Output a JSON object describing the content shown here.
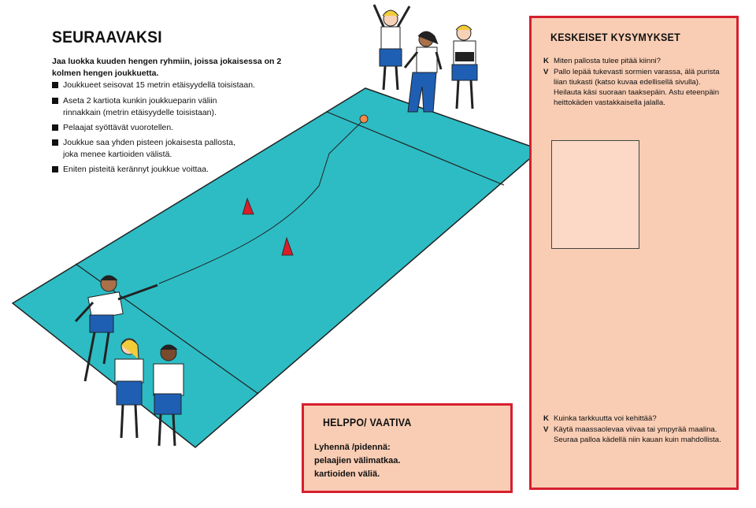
{
  "left": {
    "title": "SEURAAVAKSI",
    "intro": "Jaa luokka kuuden hengen ryhmiin, joissa jokaisessa on 2 kolmen hengen joukkuetta.",
    "bullets": [
      "Joukkueet seisovat 15 metrin etäisyydellä toisistaan.",
      "Aseta 2 kartiota kunkin joukkueparin väliin rinnakkain (metrin etäisyydelle toisistaan).",
      "Pelaajat syöttävät vuorotellen.",
      "Joukkue saa yhden pisteen jokaisesta pallosta, joka menee kartioiden välistä.",
      "Eniten pisteitä kerännyt joukkue voittaa."
    ]
  },
  "questions": {
    "title": "KESKEISET KYSYMYKSET",
    "block1": [
      {
        "key": "K",
        "text": "Miten pallosta tulee pitää kiinni?"
      },
      {
        "key": "V",
        "text": "Pallo lepää tukevasti sormien varassa, älä purista liian tiukasti (katso kuvaa edellisellä sivulla). Heilauta käsi suoraan taaksepäin. Astu eteenpäin heittokäden vastakkaisella jalalla."
      }
    ],
    "block2": [
      {
        "key": "K",
        "text": "Kuinka tarkkuutta voi kehittää?"
      },
      {
        "key": "V",
        "text": "Käytä maassaolevaa viivaa tai ympyrää maalina. Seuraa palloa kädellä niin kauan kuin mahdollista."
      }
    ]
  },
  "helppo": {
    "title": "HELPPO/ VAATIVA",
    "lines": [
      "Lyhennä /pidennä:",
      "pelaajien välimatkaa.",
      "kartioiden väliä."
    ]
  },
  "colors": {
    "court": "#2dbcc4",
    "court_line": "#222222",
    "box_fill": "#f9cdb4",
    "box_border": "#d61f2e",
    "cone": "#d81e2a",
    "shirt": "#ffffff",
    "shorts": "#1e5fb4",
    "hair_blonde": "#f2cc3a",
    "skin": "#f6d2b8"
  },
  "icons": [
    "bullet-square-icon",
    "cone-icon",
    "ball-icon"
  ]
}
